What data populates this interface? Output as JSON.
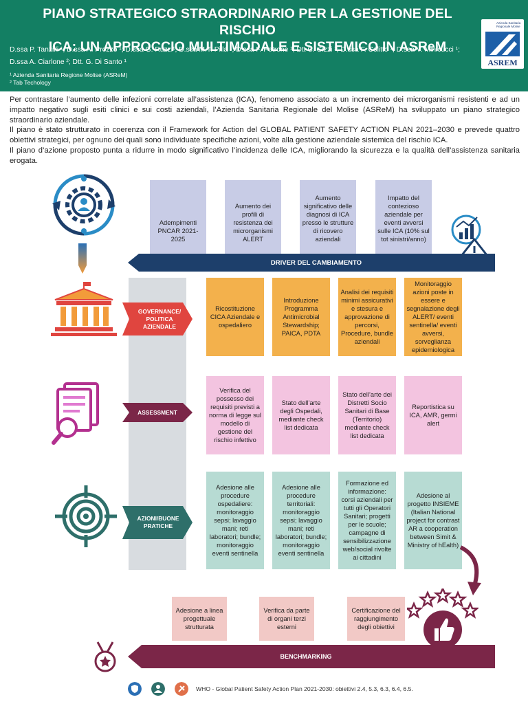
{
  "header": {
    "title_line1": "PIANO STRATEGICO STRAORDINARIO PER LA GESTIONE DEL RISCHIO",
    "title_line2": "ICA: UN APPROCCIO MULTIMODALE E SISTEMICO IN ASReM",
    "authors_line1": "D.ssa P. Tanzilli ¹, D.ssa A. Prozzo ¹; D.ssa G. Ruzzi¹; D.ssa M.T. Pilla ¹; D.ssa F. Petrone ¹; Dtt C. Gizzi ¹; D.ssa F. Colitto ¹; D.ssa V. Minicucci ¹;",
    "authors_line2": "D.ssa A. Ciarlone ²; Dtt. G. Di Santo ¹",
    "affiliation1": "¹ Azienda Sanitaria Regione Molise (ASReM)",
    "affiliation2": "² Tab Techology",
    "logo_small_text": "Azienda Sanitaria Regionale Molise",
    "logo_text": "ASREM",
    "brand_color": "#137f63"
  },
  "intro": {
    "p1": "Per contrastare l’aumento delle infezioni correlate all’assistenza (ICA), fenomeno associato a un incremento dei microrganismi resistenti e ad un impatto negativo sugli esiti clinici e sui costi aziendali, l’Azienda Sanitaria Regionale del Molise (ASReM) ha sviluppato un piano strategico straordinario aziendale.",
    "p2": "Il piano è stato strutturato in coerenza con il Framework for Action del GLOBAL PATIENT SAFETY ACTION PLAN 2021–2030 e prevede quattro obiettivi strategici, per ognuno dei quali sono individuate specifiche azioni, volte alla gestione aziendale sistemica del rischio ICA.",
    "p3": "Il piano d’azione proposto punta a ridurre in modo significativo l’incidenza delle ICA, migliorando la sicurezza e la qualità dell’assistenza sanitaria erogata."
  },
  "drivers": {
    "banner": "DRIVER DEL CAMBIAMENTO",
    "items": [
      "Adempimenti PNCAR 2021-2025",
      "Aumento dei profili di resistenza dei microrganismi ALERT",
      "Aumento significativo delle diagnosi di ICA presso le strutture di ricovero aziendali",
      "Impatto del contezioso aziendale per eventi avversi sulle ICA (10% sul tot sinistri/anno)"
    ]
  },
  "governance": {
    "label": "GOVERNANCE/ POLITICA AZIENDALE",
    "items": [
      "Ricostituzione CICA Aziendale e ospedaliero",
      "Introduzione Programma Antimicrobial Stewardship; PAICA, PDTA",
      "Analisi dei requisiti minimi assicurativi e stesura e approvazione di percorsi, Procedure, bundle aziendali",
      "Monitoraggio azioni poste in essere e segnalazione degli ALERT/ eventi sentinella/ eventi avversi, sorveglianza epidemiologica"
    ]
  },
  "assessment": {
    "label": "ASSESSMENT",
    "items": [
      "Verifica del possesso dei requisiti previsti a norma di legge sul modello di gestione del rischio infettivo",
      "Stato dell’arte degli Ospedali, mediante check list dedicata",
      "Stato dell’arte dei Distretti Socio Sanitari di Base (Territorio) mediante check list dedicata",
      "Reportistica su ICA, AMR, germi alert"
    ]
  },
  "azioni": {
    "label": "AZIONI/BUONE PRATICHE",
    "items": [
      "Adesione alle procedure ospedaliere: monitoraggio sepsi; lavaggio mani; reti laboratori; bundle; monitoraggio eventi sentinella",
      "Adesione alle procedure territoriali: monitoraggio sepsi; lavaggio mani; reti laboratori; bundle; monitoraggio eventi sentinella",
      "Formazione ed informazione: corsi aziendali per tutti gli Operatori Sanitari; progetti per le scuole; campagne di sensibilizzazione web/social rivolte ai cittadini",
      "Adesione al progetto INSIEME (Italian National project for contrast AR a cooperation between Simit & Ministry of hEalth)"
    ]
  },
  "benchmarking": {
    "banner": "BENCHMARKING",
    "items": [
      "Adesione a linea progettuale strutturata",
      "Verifica da parte di organi terzi esterni",
      "Certificazione del raggiungimento degli obiettivi"
    ]
  },
  "footer": {
    "text": "WHO - Global Patient Safety Action Plan 2021-2030: obiettivi 2.4, 5.3, 6.3, 6.4, 6.5."
  },
  "colors": {
    "navy": "#1d3f6b",
    "red": "#e0453f",
    "maroon": "#7b2648",
    "teal": "#2e6f6a",
    "orange": "#f3b14c",
    "pink": "#f3c4e0",
    "mint": "#b7dbd3",
    "lavender": "#c8cce6",
    "rose": "#f2c9c6"
  }
}
